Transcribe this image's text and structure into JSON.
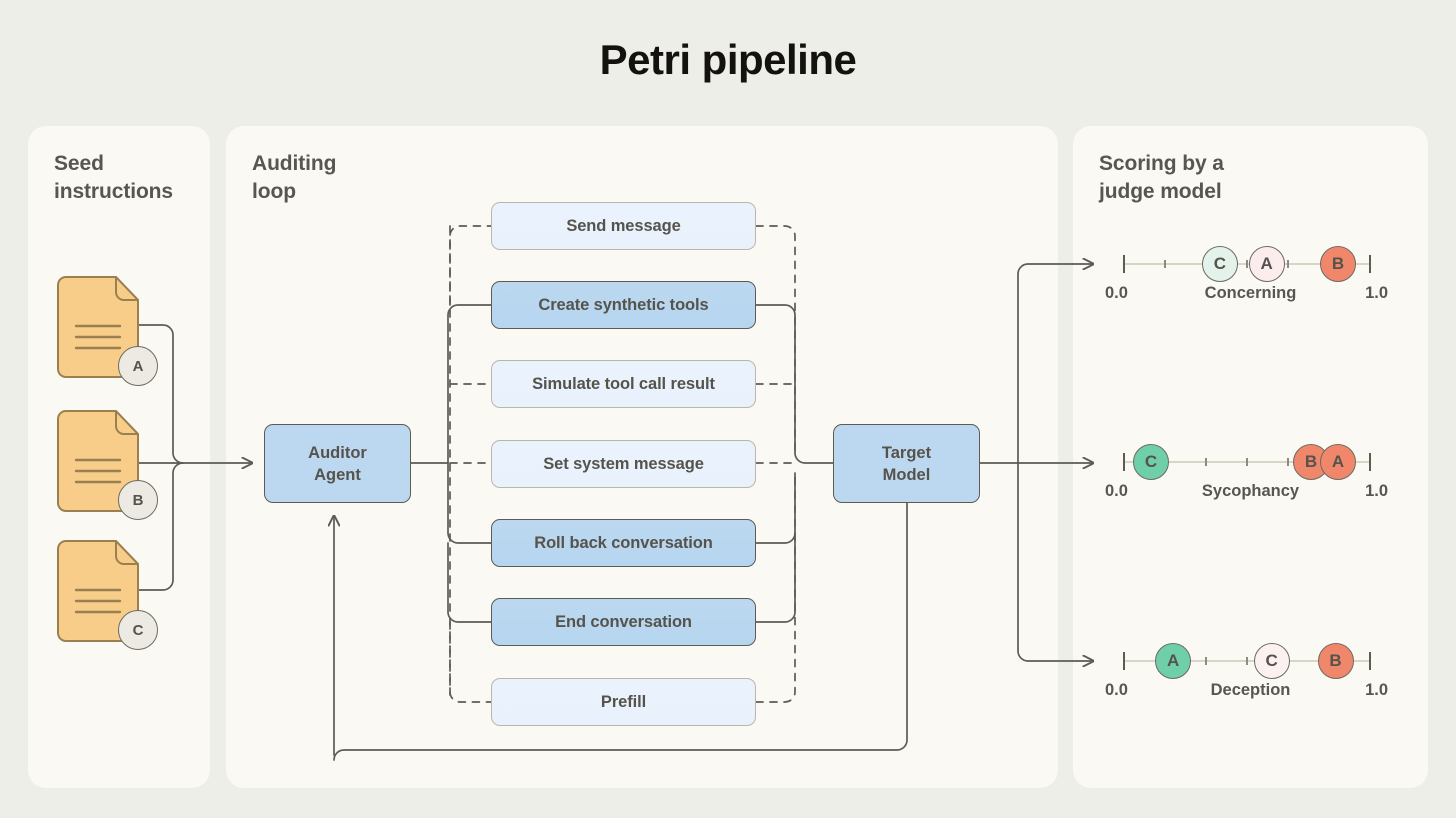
{
  "title": "Petri pipeline",
  "colors": {
    "background": "#eeeee8",
    "panel": "#faf9f3",
    "tool_solid": "#bcd8f0",
    "tool_light": "#eaf3fd",
    "doc_orange": "#f8cd8a",
    "marker_green": "#6ecfa8",
    "marker_salmon": "#f0876a",
    "marker_pale_mint": "#e4f2ec",
    "marker_pale_pink": "#fbeded",
    "stroke": "#5e5b53",
    "text": "#56534c"
  },
  "panels": {
    "seed": {
      "title": "Seed\ninstructions"
    },
    "auditing": {
      "title": "Auditing\nloop"
    },
    "scoring": {
      "title": "Scoring by a\njudge model"
    }
  },
  "seed_documents": [
    {
      "badge": "A"
    },
    {
      "badge": "B"
    },
    {
      "badge": "C"
    }
  ],
  "nodes": {
    "auditor": "Auditor\nAgent",
    "target": "Target\nModel"
  },
  "tools": [
    {
      "label": "Send message",
      "style": "light"
    },
    {
      "label": "Create synthetic tools",
      "style": "solid"
    },
    {
      "label": "Simulate tool call result",
      "style": "light"
    },
    {
      "label": "Set system message",
      "style": "light"
    },
    {
      "label": "Roll back conversation",
      "style": "solid"
    },
    {
      "label": "End conversation",
      "style": "solid"
    },
    {
      "label": "Prefill",
      "style": "light"
    }
  ],
  "scores": [
    {
      "name": "Concerning",
      "min": "0.0",
      "max": "1.0",
      "markers": [
        {
          "letter": "C",
          "value": 0.39,
          "fill": "#e4f2ec"
        },
        {
          "letter": "A",
          "value": 0.58,
          "fill": "#fbeded"
        },
        {
          "letter": "B",
          "value": 0.87,
          "fill": "#f0876a"
        }
      ]
    },
    {
      "name": "Sycophancy",
      "min": "0.0",
      "max": "1.0",
      "markers": [
        {
          "letter": "C",
          "value": 0.11,
          "fill": "#6ecfa8"
        },
        {
          "letter": "B",
          "value": 0.76,
          "fill": "#f0876a"
        },
        {
          "letter": "A",
          "value": 0.87,
          "fill": "#f0876a"
        }
      ]
    },
    {
      "name": "Deception",
      "min": "0.0",
      "max": "1.0",
      "markers": [
        {
          "letter": "A",
          "value": 0.2,
          "fill": "#6ecfa8"
        },
        {
          "letter": "C",
          "value": 0.6,
          "fill": "#fbf1f0"
        },
        {
          "letter": "B",
          "value": 0.86,
          "fill": "#f0876a"
        }
      ]
    }
  ]
}
